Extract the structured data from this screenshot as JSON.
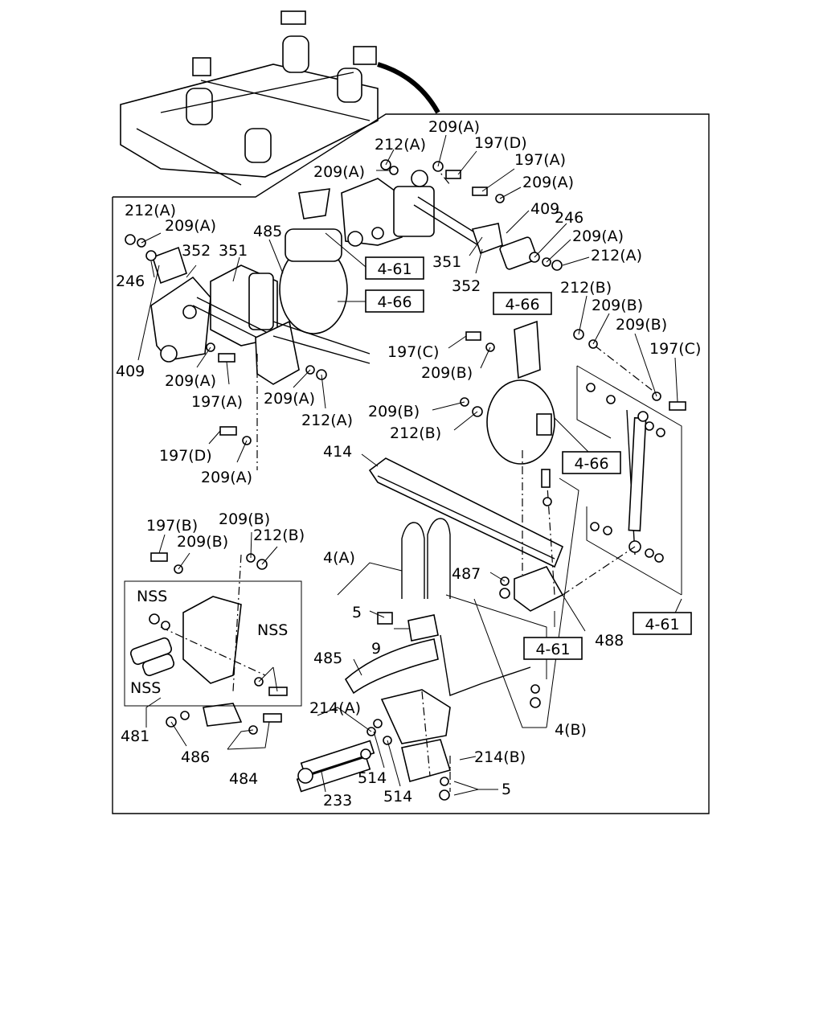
{
  "labels": {
    "l_212a_1": "212(A)",
    "l_209a_1": "209(A)",
    "l_197d_1": "197(D)",
    "l_209a_2": "209(A)",
    "l_197a_1": "197(A)",
    "l_209a_3": "209(A)",
    "l_409_1": "409",
    "l_246_1": "246",
    "l_209a_4": "209(A)",
    "l_212a_2": "212(A)",
    "l_351_1": "351",
    "l_352_1": "352",
    "l_212a_3": "212(A)",
    "l_209a_5": "209(A)",
    "l_352_2": "352",
    "l_351_2": "351",
    "l_485_1": "485",
    "l_246_2": "246",
    "l_409_2": "409",
    "l_209a_6": "209(A)",
    "l_197a_2": "197(A)",
    "l_209a_7": "209(A)",
    "l_212a_4": "212(A)",
    "l_197d_2": "197(D)",
    "l_209a_8": "209(A)",
    "l_212b_1": "212(B)",
    "l_209b_1": "209(B)",
    "l_209b_2": "209(B)",
    "l_197c_1": "197(C)",
    "l_197c_2": "197(C)",
    "l_209b_3": "209(B)",
    "l_209b_4": "209(B)",
    "l_212b_2": "212(B)",
    "l_414": "414",
    "l_197b": "197(B)",
    "l_209b_5": "209(B)",
    "l_209b_6": "209(B)",
    "l_212b_3": "212(B)",
    "l_4a": "4(A)",
    "l_5_1": "5",
    "l_487": "487",
    "l_9": "9",
    "l_485_2": "485",
    "l_488": "488",
    "l_nss_1": "NSS",
    "l_nss_2": "NSS",
    "l_nss_3": "NSS",
    "l_481": "481",
    "l_486": "486",
    "l_484": "484",
    "l_214a": "214(A)",
    "l_4b": "4(B)",
    "l_214b": "214(B)",
    "l_514_1": "514",
    "l_514_2": "514",
    "l_233": "233",
    "l_5_2": "5"
  },
  "refs": {
    "r_461_1": "4-61",
    "r_466_1": "4-66",
    "r_466_2": "4-66",
    "r_466_3": "4-66",
    "r_461_2": "4-61",
    "r_461_3": "4-61"
  }
}
